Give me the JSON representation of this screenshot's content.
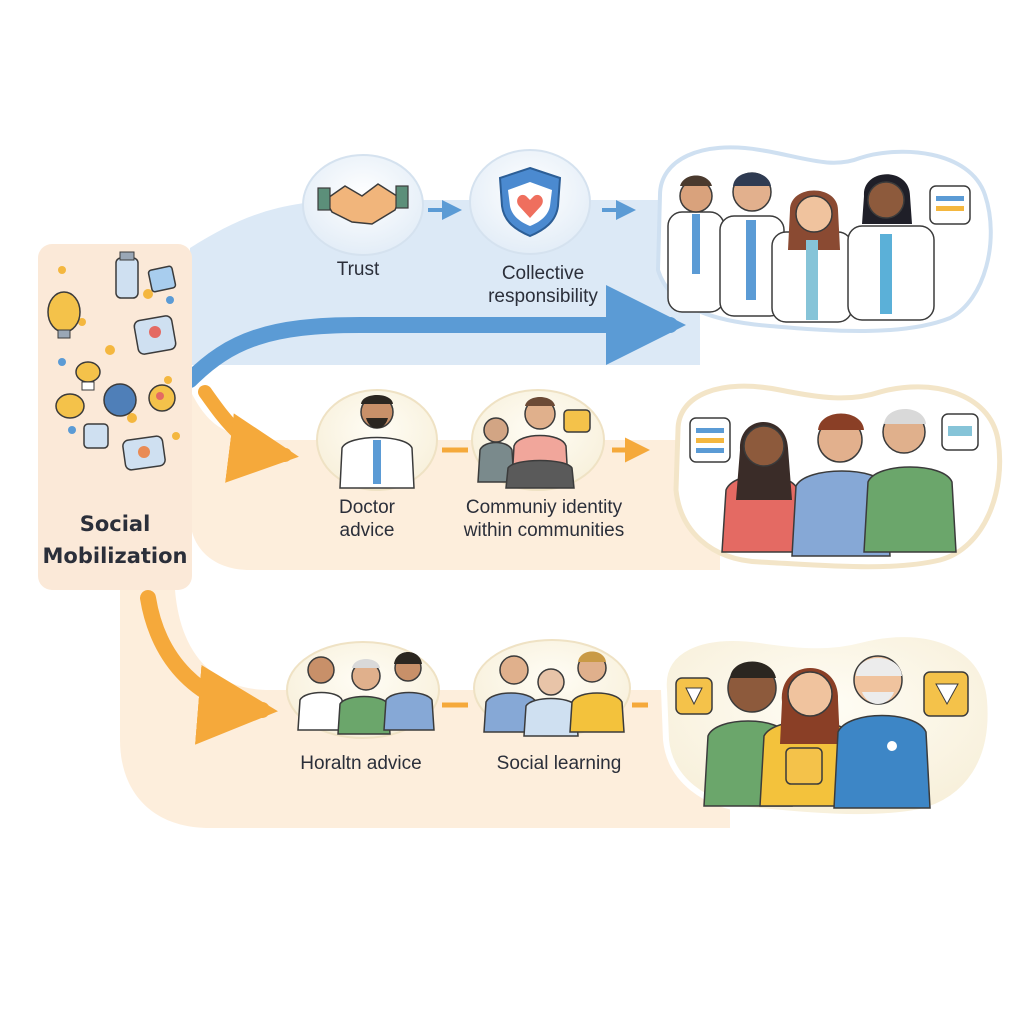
{
  "hub": {
    "title_line1": "Social",
    "title_line2": "Mobilization"
  },
  "rows": [
    {
      "steps": [
        {
          "label": "Trust"
        },
        {
          "label": "Collective responsibility"
        }
      ]
    },
    {
      "steps": [
        {
          "label": "Doctor advice"
        },
        {
          "label": "Communiy identity within communities"
        }
      ]
    },
    {
      "steps": [
        {
          "label": "Horaltn advice"
        },
        {
          "label": "Social learning"
        }
      ]
    }
  ],
  "colors": {
    "blue_band": "#dce9f6",
    "blue_arrow": "#5b9bd5",
    "orange_band": "#fdebd6",
    "orange_arrow": "#f5a93b",
    "hub_bg": "#fbe9d8",
    "icon_circle": "#eef4fa",
    "green_shirt": "#6ba66b",
    "red_shirt": "#e46a63",
    "blue_shirt": "#86a8d6",
    "yellow_shirt": "#f3c23c",
    "coat_white": "#ffffff"
  },
  "icons": [
    "handshake-icon",
    "shield-heart-icon",
    "doctor-icon",
    "chat-bubble-icon"
  ]
}
